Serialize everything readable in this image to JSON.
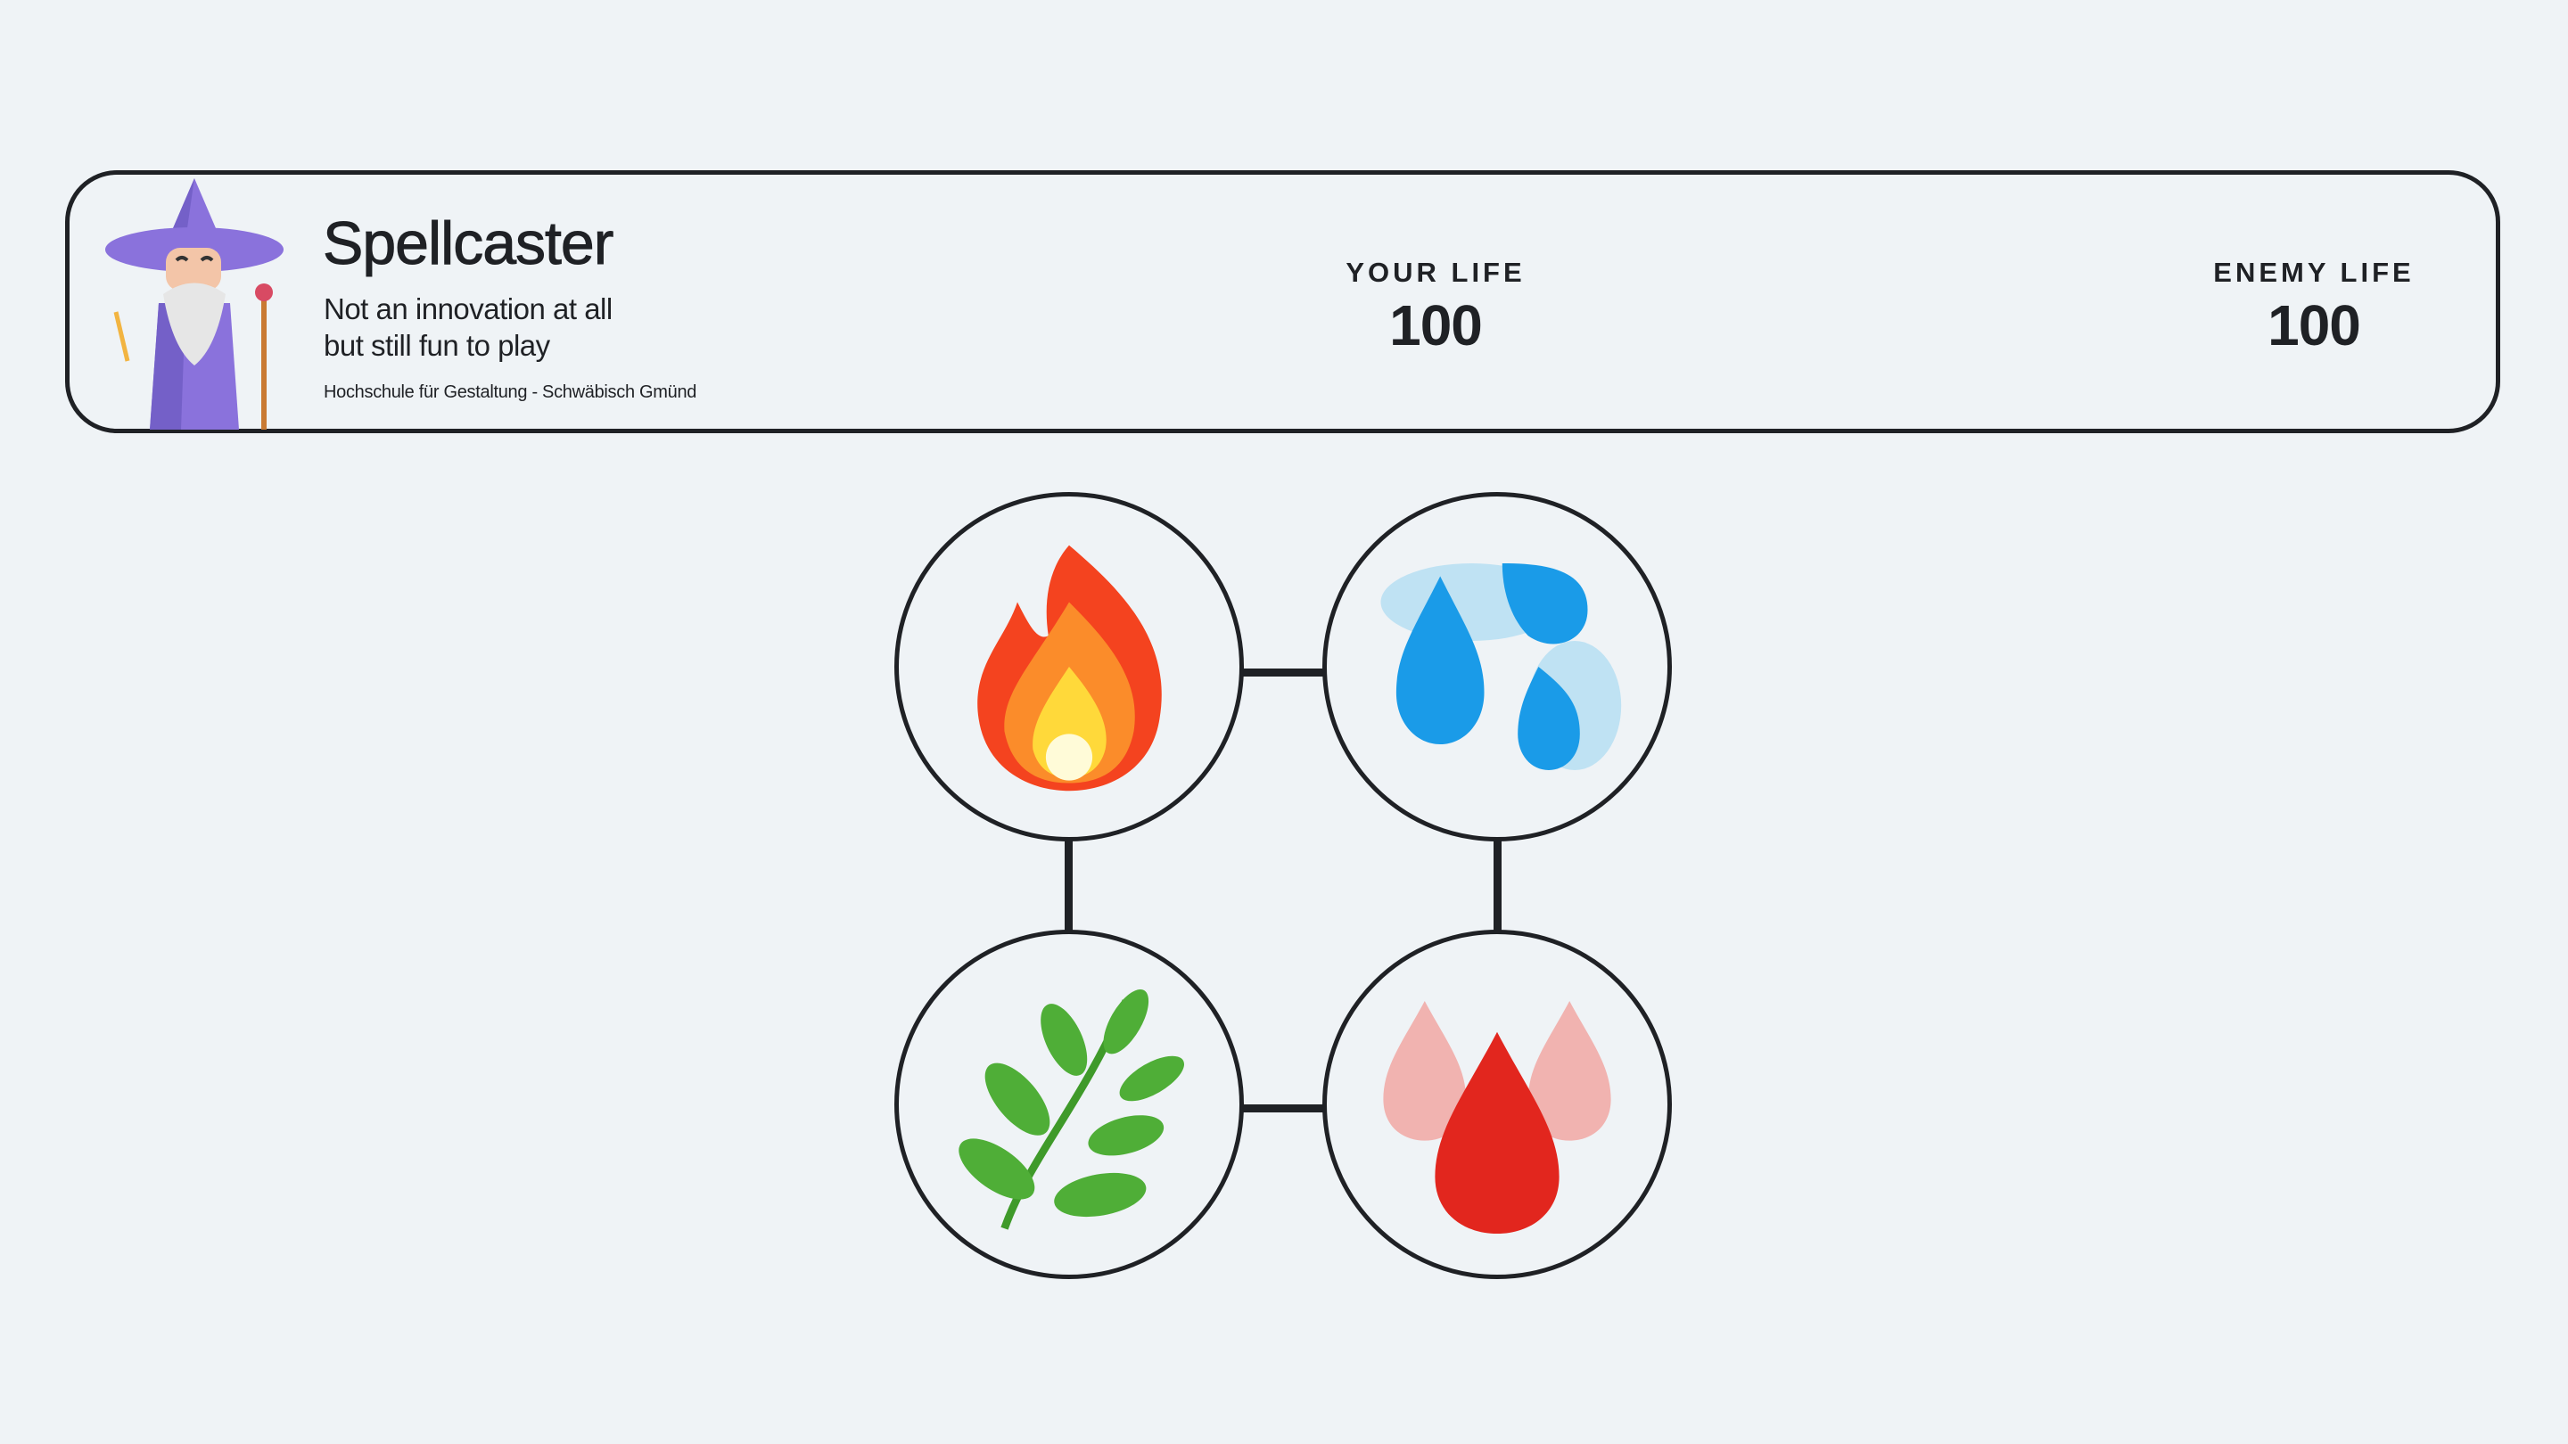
{
  "header": {
    "title": "Spellcaster",
    "subtitle_lines": [
      "Not an innovation at all",
      "but still fun to play"
    ],
    "institution": "Hochschule für Gestaltung - Schwäbisch Gmünd",
    "logo_icon": "wizard-icon"
  },
  "stats": {
    "your_life": {
      "label": "YOUR LIFE",
      "value": "100"
    },
    "enemy_life": {
      "label": "ENEMY LIFE",
      "value": "100"
    }
  },
  "elements": [
    {
      "name": "fire",
      "icon": "fire-icon"
    },
    {
      "name": "water",
      "icon": "water-drops-icon"
    },
    {
      "name": "plant",
      "icon": "herb-icon"
    },
    {
      "name": "blood",
      "icon": "blood-drop-icon"
    }
  ],
  "colors": {
    "background": "#eff3f6",
    "ink": "#1f2125",
    "wizard": "#8f76e0"
  }
}
